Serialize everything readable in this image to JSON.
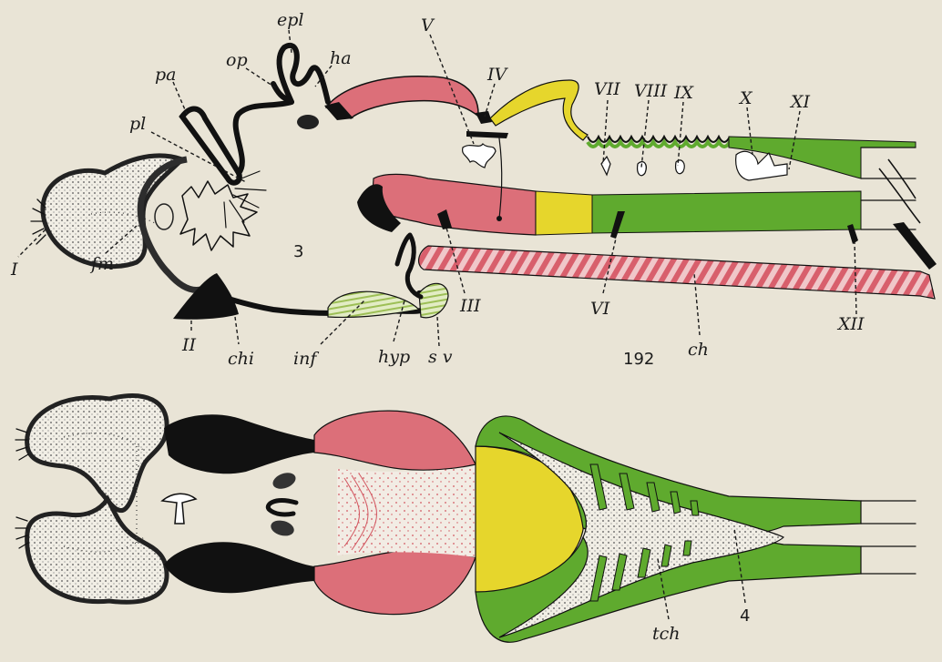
{
  "colors": {
    "background": "#e9e4d6",
    "pink": "#dc6f79",
    "yellow": "#e6d62c",
    "green": "#5faa2e",
    "black": "#111111",
    "stipple": "#f1eee5"
  },
  "labels": {
    "epl": "epl",
    "op": "op",
    "ha": "ha",
    "pa": "pa",
    "pl": "pl",
    "V": "V",
    "IV": "IV",
    "VII": "VII",
    "VIII": "VIII",
    "IX": "IX",
    "X": "X",
    "XI": "XI",
    "I": "I",
    "fm": "fm",
    "three": "3",
    "II": "II",
    "chi": "chi",
    "inf": "inf",
    "hyp": "hyp",
    "sv": "s v",
    "III": "III",
    "VI": "VI",
    "ch": "ch",
    "XII": "XII",
    "fig_number": "192",
    "tch": "tch",
    "four": "4"
  }
}
